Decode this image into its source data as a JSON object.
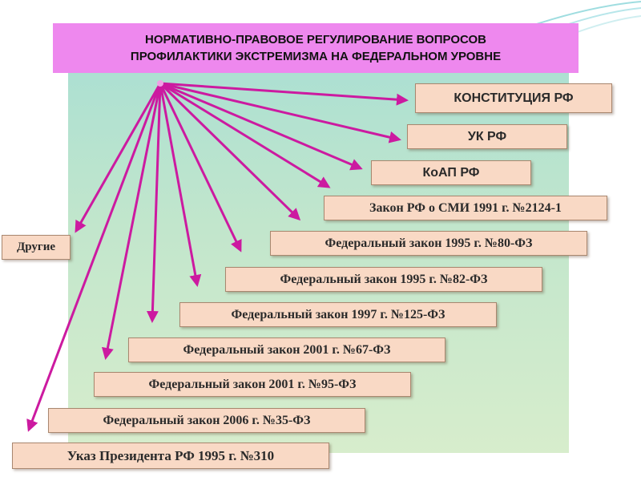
{
  "title": {
    "line1": "НОРМАТИВНО-ПРАВОВОЕ РЕГУЛИРОВАНИЕ ВОПРОСОВ",
    "line2": "ПРОФИЛАКТИКИ ЭКСТРЕМИЗМА НА ФЕДЕРАЛЬНОМ УРОВНЕ"
  },
  "items": [
    "КОНСТИТУЦИЯ РФ",
    "УК РФ",
    "КоАП РФ",
    "Закон РФ о СМИ 1991 г. №2124-1",
    "Федеральный закон 1995 г. №80-ФЗ",
    "Федеральный закон 1995 г. №82-ФЗ",
    "Федеральный закон 1997 г. №125-ФЗ",
    "Федеральный закон 2001 г. №67-ФЗ",
    "Федеральный закон 2001 г. №95-ФЗ",
    "Федеральный закон 2006 г. №35-ФЗ",
    "Указ Президента РФ 1995 г. №310"
  ],
  "other_label": "Другие",
  "colors": {
    "arrow": "#cc1aa0",
    "title_bg": "#ee88ee",
    "box_bg": "#f9d9c5",
    "panel": "#c2e6cc"
  }
}
